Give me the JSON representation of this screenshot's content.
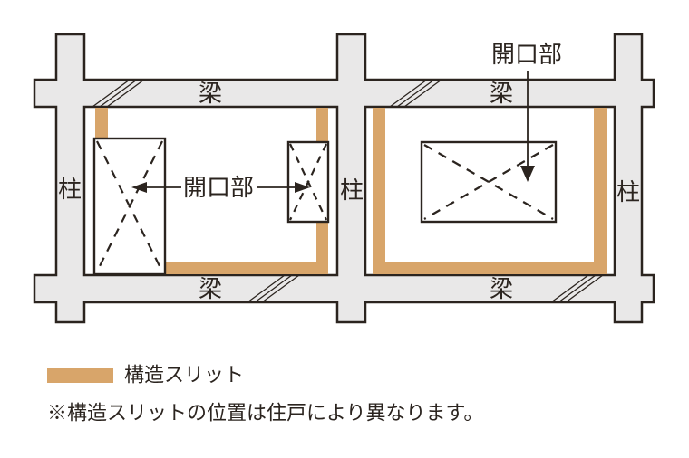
{
  "diagram": {
    "column_label": "柱",
    "beam_label": "梁",
    "opening_label": "開口部"
  },
  "legend": {
    "slit_label": "構造スリット",
    "note": "※構造スリットの位置は住戸により異なります。"
  },
  "colors": {
    "slit": "#d8a56a",
    "concrete": "#e9e8e8",
    "line": "#2b241f"
  }
}
